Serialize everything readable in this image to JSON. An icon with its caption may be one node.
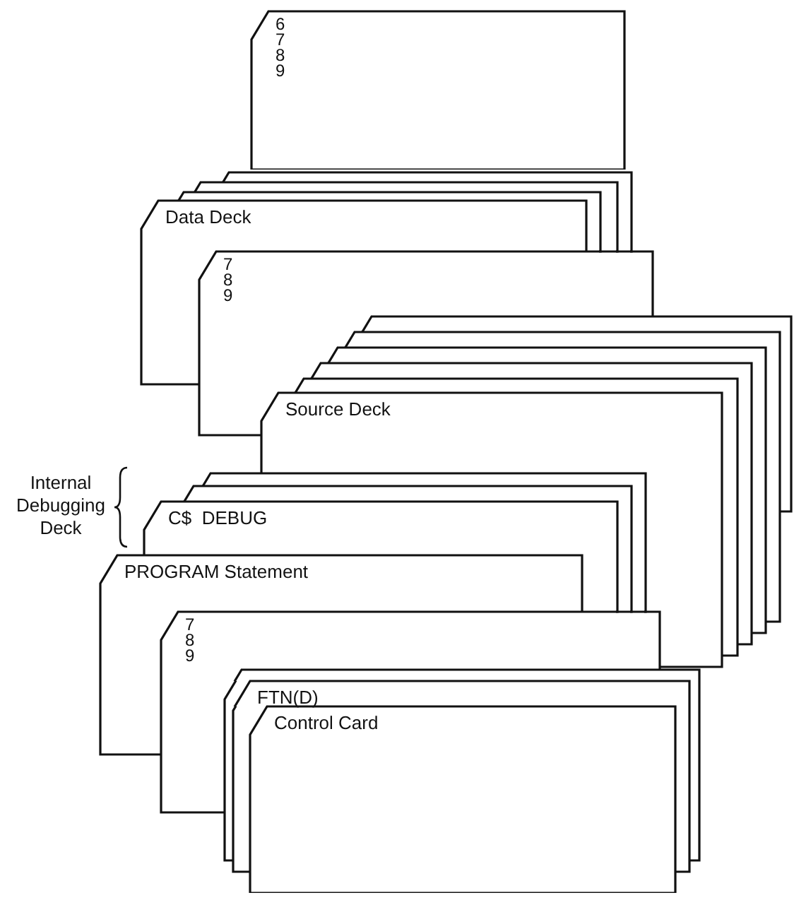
{
  "diagram": {
    "nodes": [
      {
        "text": [
          "6 7 8 9"
        ]
      },
      {
        "text": [],
        "shape": "card"
      },
      {
        "text": [],
        "shape": "card"
      },
      {
        "text": [],
        "shape": "card"
      },
      {
        "text": [
          "Data Deck"
        ]
      },
      {
        "text": [
          "7 8 9"
        ]
      },
      {
        "text": [],
        "shape": "card"
      },
      {
        "text": [],
        "shape": "card"
      },
      {
        "text": [],
        "shape": "card"
      },
      {
        "text": [],
        "shape": "card"
      },
      {
        "text": [],
        "shape": "card"
      },
      {
        "text": [
          "Source Deck"
        ]
      },
      {
        "text": [],
        "shape": "card"
      },
      {
        "text": [],
        "shape": "card"
      },
      {
        "text": [
          "C$  DEBUG"
        ]
      },
      {
        "text": [
          "PROGRAM Statement"
        ]
      },
      {
        "text": [
          "7 8 9"
        ]
      },
      {
        "text": [],
        "shape": "card"
      },
      {
        "text": [
          "FTN(D)"
        ]
      },
      {
        "text": [
          "Control Card"
        ]
      }
    ],
    "edges": [],
    "labels": [
      "Internal Debugging Deck"
    ]
  }
}
